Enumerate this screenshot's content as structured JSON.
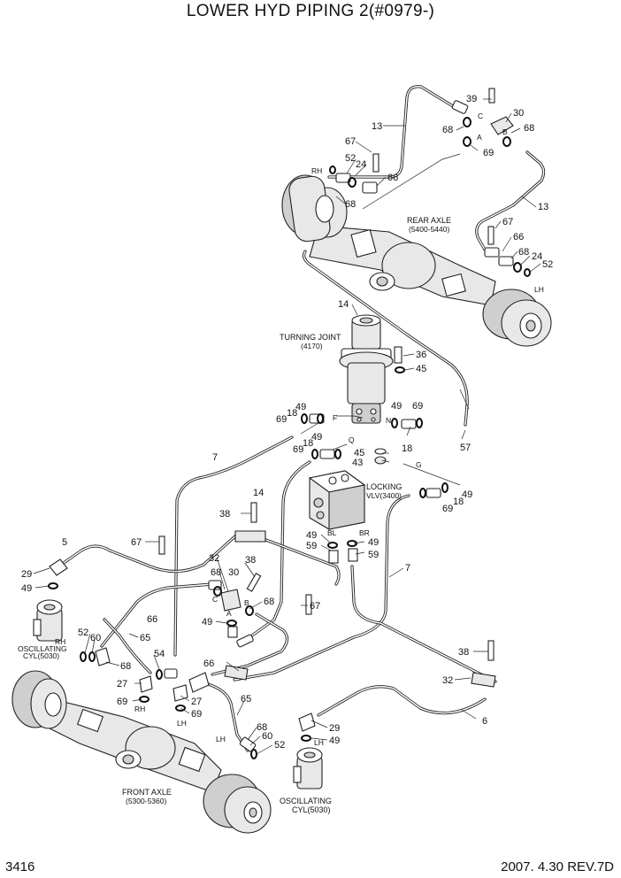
{
  "title": "LOWER HYD PIPING 2(#0979-)",
  "footer": {
    "page_number": "3416",
    "date_rev": "2007. 4.30  REV.7D"
  },
  "labels": {
    "rear_axle": "REAR AXLE",
    "rear_axle_code": "(5400-5440)",
    "turning_joint": "TURNING JOINT",
    "turning_joint_code": "(4170)",
    "locking_valve": "LOCKING",
    "locking_valve_code": "VLV(3400)",
    "front_axle": "FRONT AXLE",
    "front_axle_code": "(5300-5360)",
    "osc_cyl_left_1": "OSCILLATING",
    "osc_cyl_left_2": "CYL(5030)",
    "osc_cyl_right_1": "OSCILLATING",
    "osc_cyl_right_2": "CYL(5030)"
  },
  "callouts": {
    "c13a": "13",
    "c39": "39",
    "c30a": "30",
    "c68a": "68",
    "c68b": "68",
    "c69a": "69",
    "c67a": "67",
    "c52a": "52",
    "c24a": "24",
    "c66a": "66",
    "c68c": "68",
    "c13b": "13",
    "c67b": "67",
    "c66b": "66",
    "c68d": "68",
    "c24b": "24",
    "c52b": "52",
    "c14a": "14",
    "c36": "36",
    "c45a": "45",
    "c49a": "49",
    "c18a": "18",
    "c69b": "69",
    "c49b": "49",
    "c69c": "69",
    "c18b": "18",
    "c57": "57",
    "c49c": "49",
    "c18c": "18",
    "c69d": "69",
    "c45b": "45",
    "c43": "43",
    "c7a": "7",
    "c14b": "14",
    "c49d": "49",
    "c69e": "69",
    "c18d": "18",
    "c38a": "38",
    "c5": "5",
    "c67c": "67",
    "c49e": "49",
    "c59a": "59",
    "c49f": "49",
    "c59b": "59",
    "c29a": "29",
    "c49g": "49",
    "c32a": "32",
    "c38b": "38",
    "c30b": "30",
    "c68e": "68",
    "c7b": "7",
    "c66c": "66",
    "c68f": "68",
    "c67d": "67",
    "c49h": "49",
    "c52c": "52",
    "c60a": "60",
    "c65a": "65",
    "c68g": "68",
    "c54": "54",
    "c66d": "66",
    "c38c": "38",
    "c27a": "27",
    "c69f": "69",
    "c27b": "27",
    "c69g": "69",
    "c32b": "32",
    "c65b": "65",
    "c6": "6",
    "c68h": "68",
    "c60b": "60",
    "c52d": "52",
    "c29b": "29",
    "c49i": "49"
  },
  "port_letters": {
    "rh1": "RH",
    "lh1": "LH",
    "a1": "A",
    "b1": "B",
    "c1": "C",
    "f": "F",
    "n": "N",
    "q": "Q",
    "g": "G",
    "bl": "BL",
    "br": "BR",
    "a2": "A",
    "b2": "B",
    "c2": "C",
    "rh2": "RH",
    "rh3": "RH",
    "lh2": "LH",
    "lh3": "LH",
    "lh4": "LH"
  }
}
